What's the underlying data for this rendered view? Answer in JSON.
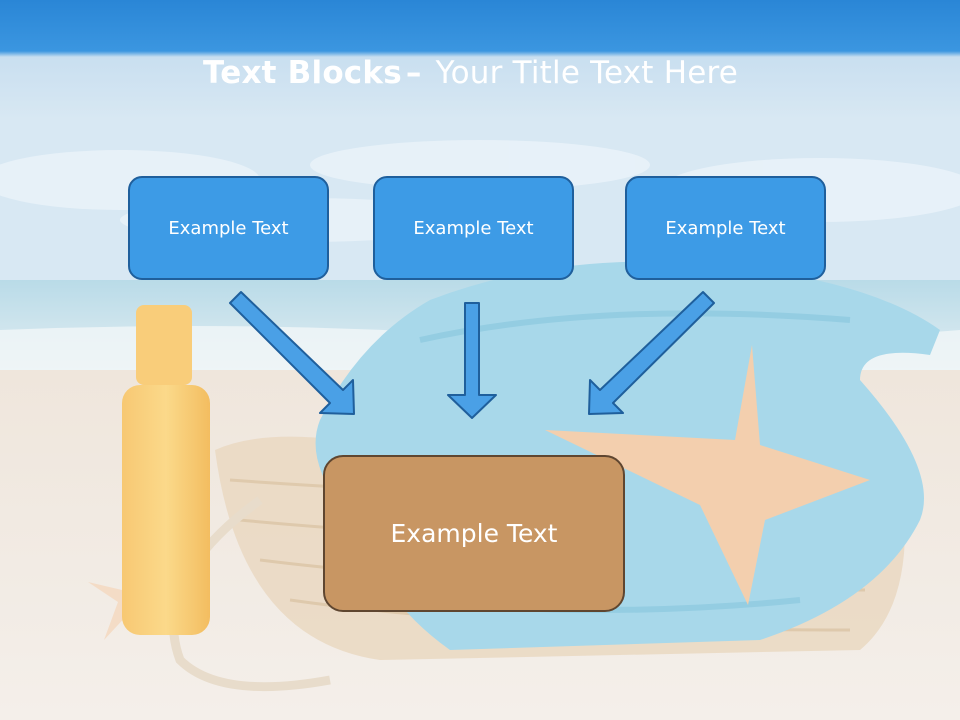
{
  "slide": {
    "title_bold": "Text Blocks",
    "title_dash": "–",
    "title_rest": "Your Title Text Here"
  },
  "blocks": {
    "top": [
      "Example Text",
      "Example Text",
      "Example Text"
    ],
    "bottom": "Example Text"
  },
  "colors": {
    "header_blue": "#2f8fde",
    "box_blue": "#3d9be6",
    "box_blue_border": "#1f5f9c",
    "box_brown": "#c89663",
    "box_brown_border": "#5f4630",
    "arrow_fill": "#4aa0e6",
    "arrow_stroke": "#1f5f9c"
  }
}
